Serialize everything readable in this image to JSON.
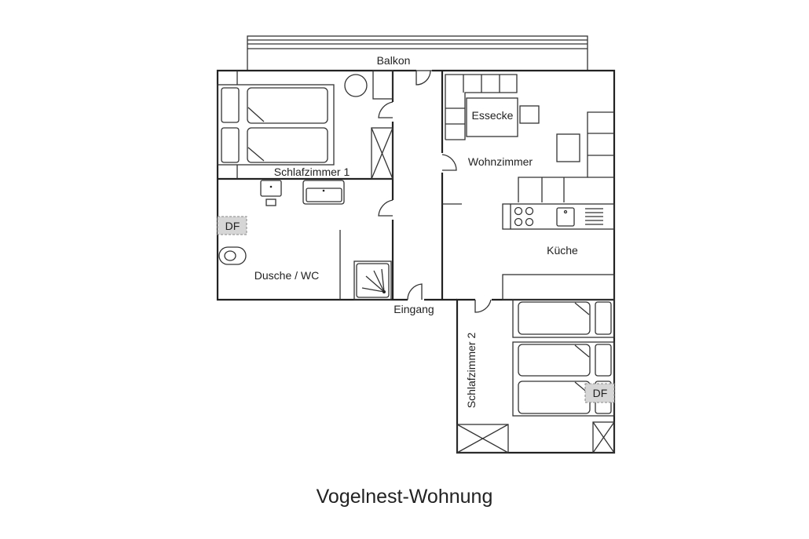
{
  "plan": {
    "title": "Vogelnest-Wohnung",
    "rooms": {
      "balcony": "Balkon",
      "bedroom1": "Schlafzimmer 1",
      "bathroom": "Dusche / WC",
      "dining": "Essecke",
      "living": "Wohnzimmer",
      "kitchen": "Küche",
      "entrance": "Eingang",
      "bedroom2": "Schlafzimmer 2"
    },
    "skylight_label": "DF",
    "skylight_label_2": "DF"
  }
}
